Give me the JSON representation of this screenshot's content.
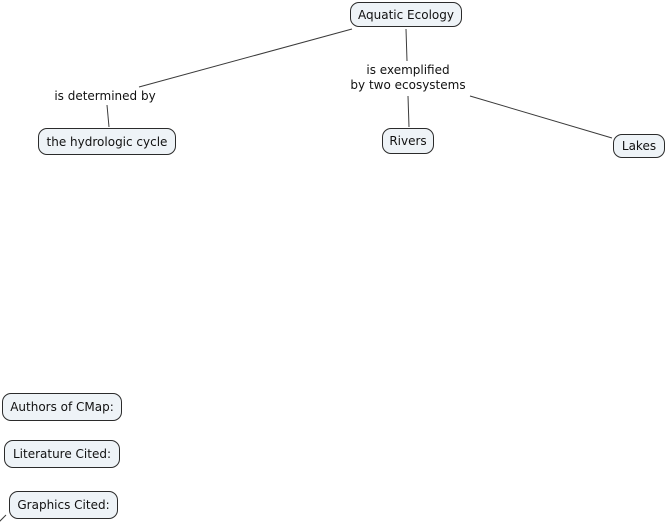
{
  "concept_map": {
    "concepts": {
      "aquatic_ecology": "Aquatic Ecology",
      "hydrologic_cycle": "the hydrologic cycle",
      "rivers": "Rivers",
      "lakes": "Lakes",
      "authors": "Authors of CMap:",
      "literature": "Literature Cited:",
      "graphics": "Graphics Cited:"
    },
    "linking_phrases": {
      "determined": "is determined by",
      "exemplified": "is exemplified\nby two ecosystems"
    },
    "colors": {
      "background": "#ffffff",
      "node_fill": "#eef3f7",
      "node_border": "#2b2b2b",
      "connector": "#3a3a3a",
      "text": "#111111"
    }
  }
}
